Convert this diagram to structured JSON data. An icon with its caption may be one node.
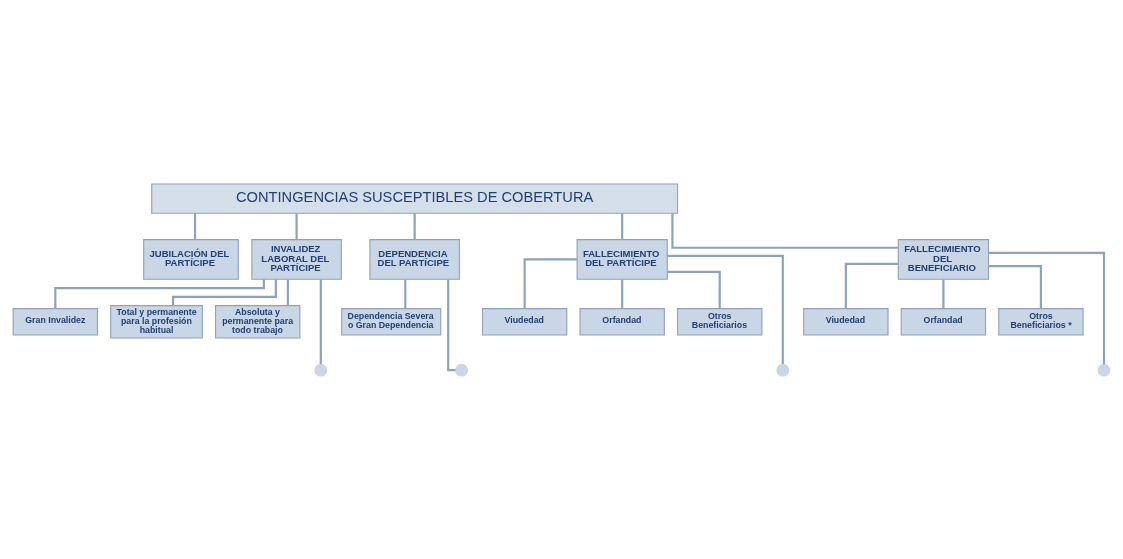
{
  "diagram": {
    "nodes": [
      {
        "text": [
          "CONTINGENCIAS SUSCEPTIBLES DE COBERTURA"
        ]
      },
      {
        "text": [
          "JUBILACIÓN DEL PARTÍCIPE"
        ]
      },
      {
        "text": [
          "INVALIDEZ LABORAL DEL PARTÍCIPE"
        ]
      },
      {
        "text": [
          "DEPENDENCIA DEL PARTÍCIPE"
        ]
      },
      {
        "text": [
          "FALLECIMIENTO DEL PARTÍCIPE"
        ]
      },
      {
        "text": [
          "FALLECIMIENTO DEL BENEFICIARIO"
        ]
      },
      {
        "text": [
          "Gran Invalidez"
        ]
      },
      {
        "text": [
          "Total y permanente para la profesión habitual"
        ]
      },
      {
        "text": [
          "Absoluta y permanente para todo trabajo"
        ]
      },
      {
        "text": [
          "Dependencia Severa o Gran Dependencia"
        ]
      },
      {
        "text": [
          "Viudedad"
        ]
      },
      {
        "text": [
          "Orfandad"
        ]
      },
      {
        "text": [
          "Otros Beneficiarios"
        ]
      },
      {
        "text": [
          "Viudedad"
        ]
      },
      {
        "text": [
          "Orfandad"
        ]
      },
      {
        "text": [
          "Otros Beneficiarios *"
        ]
      },
      {
        "text": [],
        "shape": "circle"
      },
      {
        "text": [],
        "shape": "circle"
      },
      {
        "text": [],
        "shape": "circle"
      },
      {
        "text": [],
        "shape": "circle"
      }
    ],
    "edges": [
      {
        "from": 0,
        "to": 1,
        "arrow": "none"
      },
      {
        "from": 0,
        "to": 2,
        "arrow": "none"
      },
      {
        "from": 0,
        "to": 3,
        "arrow": "none"
      },
      {
        "from": 0,
        "to": 4,
        "arrow": "none"
      },
      {
        "from": 0,
        "to": 5,
        "arrow": "none"
      },
      {
        "from": 2,
        "to": 6,
        "arrow": "none"
      },
      {
        "from": 2,
        "to": 7,
        "arrow": "none"
      },
      {
        "from": 2,
        "to": 8,
        "arrow": "none"
      },
      {
        "from": 3,
        "to": 9,
        "arrow": "none"
      },
      {
        "from": 4,
        "to": 10,
        "arrow": "none"
      },
      {
        "from": 4,
        "to": 11,
        "arrow": "none"
      },
      {
        "from": 4,
        "to": 12,
        "arrow": "none"
      },
      {
        "from": 5,
        "to": 13,
        "arrow": "none"
      },
      {
        "from": 5,
        "to": 14,
        "arrow": "none"
      },
      {
        "from": 5,
        "to": 15,
        "arrow": "none"
      },
      {
        "from": 2,
        "to": 16,
        "arrow": "none"
      },
      {
        "from": 3,
        "to": 17,
        "arrow": "none"
      },
      {
        "from": 4,
        "to": 18,
        "arrow": "none"
      },
      {
        "from": 5,
        "to": 19,
        "arrow": "none"
      }
    ]
  }
}
